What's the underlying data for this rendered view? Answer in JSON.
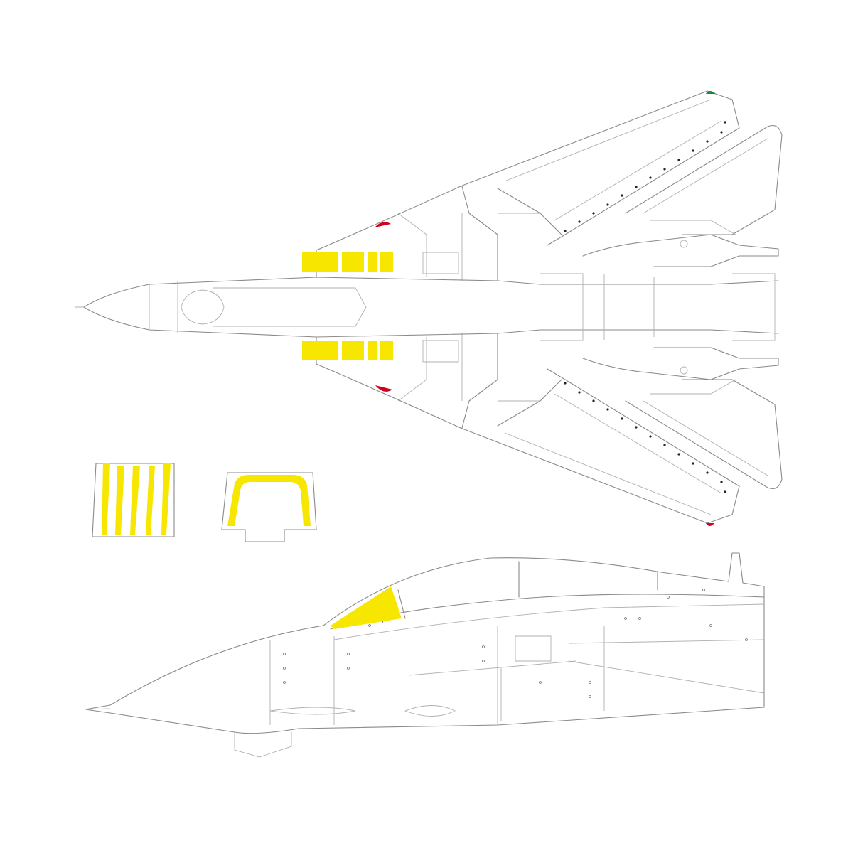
{
  "colors": {
    "background": "#ffffff",
    "outline": "#8a8a8a",
    "mask_yellow": "#f7e600",
    "marker_red": "#d0021b",
    "marker_green": "#1a8a3a",
    "rivet_dots": "#222222"
  },
  "views": [
    {
      "id": "top-view-underside"
    },
    {
      "id": "canopy-frame-mask-parts"
    },
    {
      "id": "side-view"
    }
  ]
}
